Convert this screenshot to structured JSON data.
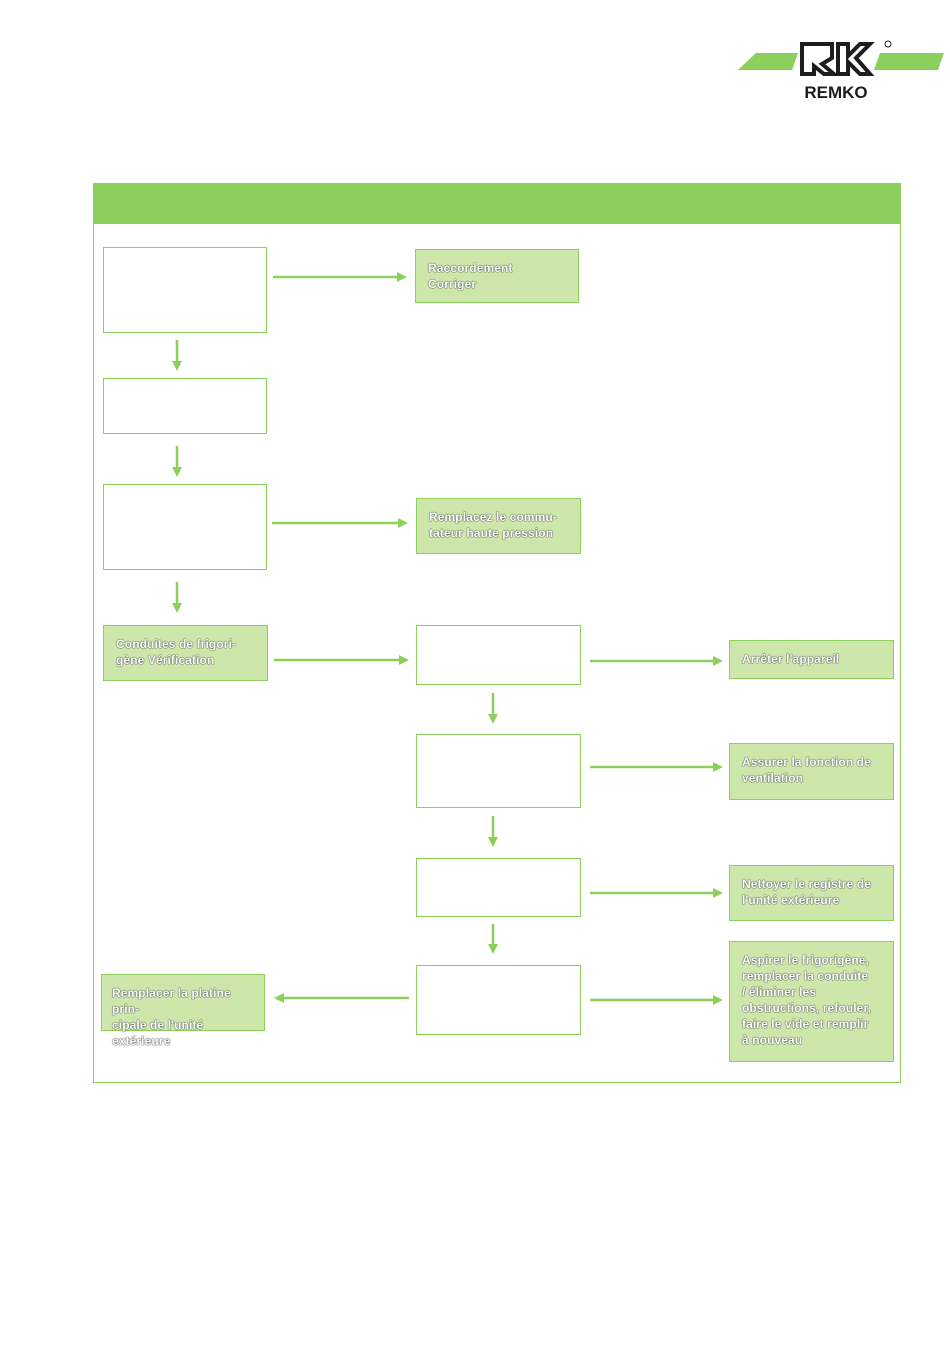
{
  "brand": {
    "logo_text": "REMKO"
  },
  "colors": {
    "accent": "#8ccf5d",
    "box_fill": "#cde7aa"
  },
  "flow": {
    "raccordement": "Raccordement\nCorriger",
    "remplacez_commutateur": "Remplacez le commu-\ntateur haute pression",
    "conduites": "Conduites de frigori-\ngène Vérification",
    "arreter": "Arrêter l'appareil",
    "assurer_ventilation": "Assurer la fonction de\nventilation",
    "nettoyer_registre": "Nettoyer le registre de\nl'unité extérieure",
    "aspirer": "Aspirer le frigorigène,\nremplacer la conduite\n/ éliminer les\nobstructions, refouler,\nfaire le vide et remplir\nà nouveau",
    "remplacer_platine": "Remplacer la platine prin-\ncipale de l'unité extérieure"
  }
}
